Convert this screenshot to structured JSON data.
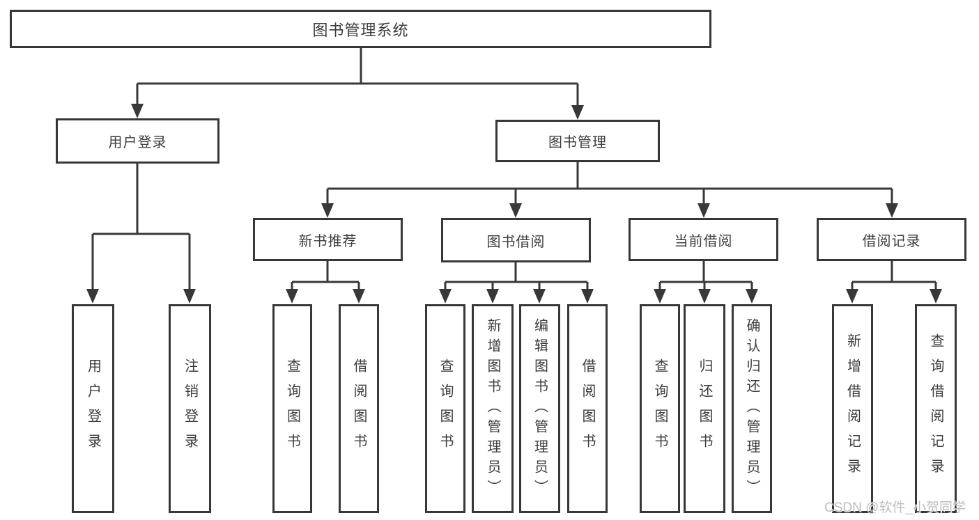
{
  "tree": {
    "root": {
      "label": "图书管理系统",
      "children": [
        {
          "label": "用户登录",
          "children": [
            {
              "label": "用户登录"
            },
            {
              "label": "注销登录"
            }
          ]
        },
        {
          "label": "图书管理",
          "children": [
            {
              "label": "新书推荐",
              "children": [
                {
                  "label": "查询图书"
                },
                {
                  "label": "借阅图书"
                }
              ]
            },
            {
              "label": "图书借阅",
              "children": [
                {
                  "label": "查询图书"
                },
                {
                  "label": "新增图书（管理员）"
                },
                {
                  "label": "编辑图书（管理员）"
                },
                {
                  "label": "借阅图书"
                }
              ]
            },
            {
              "label": "当前借阅",
              "children": [
                {
                  "label": "查询图书"
                },
                {
                  "label": "归还图书"
                },
                {
                  "label": "确认归还（管理员）"
                }
              ]
            },
            {
              "label": "借阅记录",
              "children": [
                {
                  "label": "新增借阅记录"
                },
                {
                  "label": "查询借阅记录"
                }
              ]
            }
          ]
        }
      ]
    }
  },
  "colors": {
    "line": "#383838",
    "text": "#3d3d3d",
    "watermark": "#bdbdbd"
  },
  "watermark": {
    "text": "CSDN @软件_小贺同学"
  }
}
